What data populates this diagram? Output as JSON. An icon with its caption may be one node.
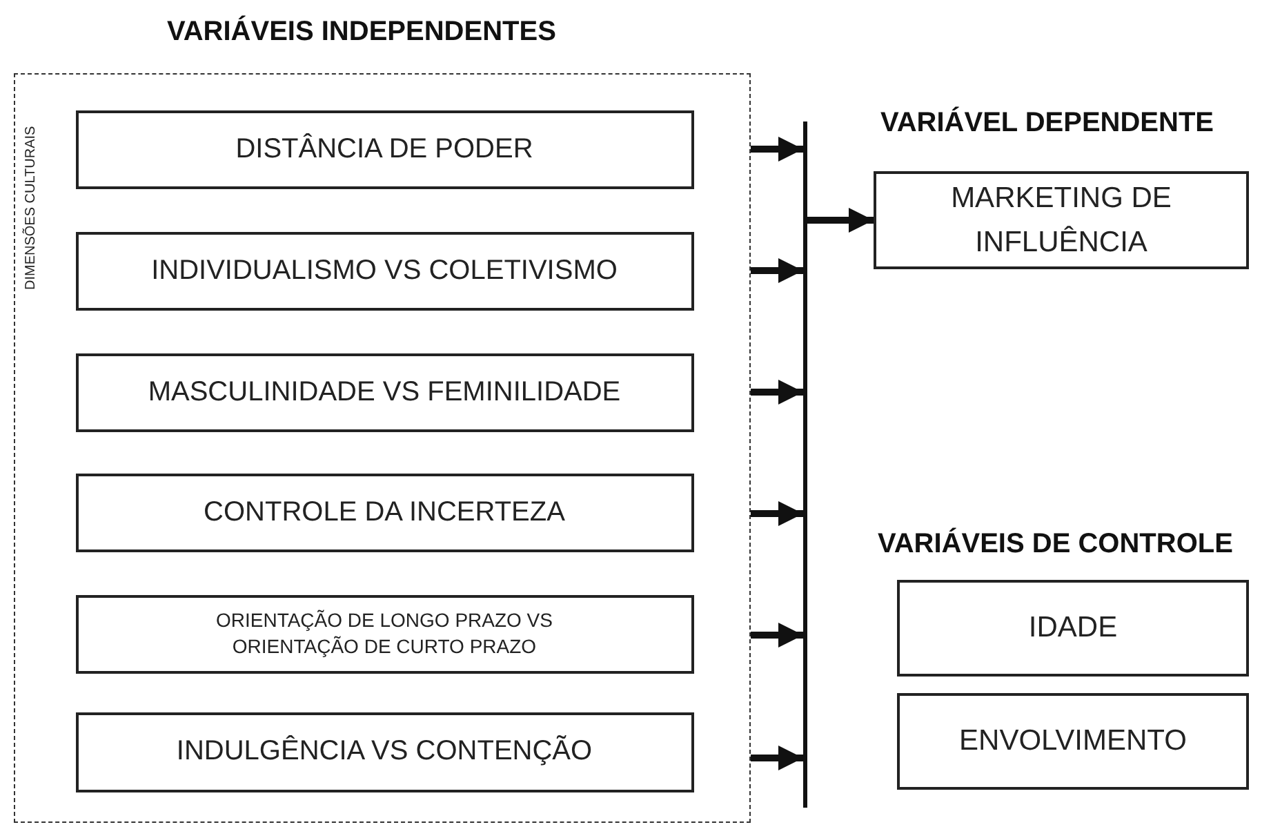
{
  "diagram": {
    "nodes": [
      {
        "text": [
          "VARIÁVEIS INDEPENDENTES",
          "DIMENSÕES CULTURAIS"
        ]
      },
      {
        "text": [
          "DISTÂNCIA DE PODER"
        ],
        "in": 0
      },
      {
        "text": [
          "INDIVIDUALISMO VS COLETIVISMO"
        ],
        "in": 0
      },
      {
        "text": [
          "MASCULINIDADE VS FEMINILIDADE"
        ],
        "in": 0
      },
      {
        "text": [
          "CONTROLE DA INCERTEZA"
        ],
        "in": 0
      },
      {
        "text": [
          "ORIENTAÇÃO DE LONGO PRAZO VS ORIENTAÇÃO DE CURTO PRAZO"
        ],
        "in": 0
      },
      {
        "text": [
          "INDULGÊNCIA VS CONTENÇÃO"
        ],
        "in": 0
      },
      {
        "text": [],
        "shape": "bar"
      },
      {
        "text": [
          "VARIÁVEL DEPENDENTE",
          "MARKETING DE INFLUÊNCIA"
        ]
      },
      {
        "text": [
          "IDADE"
        ]
      },
      {
        "text": [
          "ENVOLVIMENTO"
        ]
      }
    ],
    "edges": [
      {
        "from": 0,
        "to": 7,
        "arrow": "to"
      },
      {
        "from": 0,
        "to": 7,
        "arrow": "to"
      },
      {
        "from": 0,
        "to": 7,
        "arrow": "to"
      },
      {
        "from": 0,
        "to": 7,
        "arrow": "to"
      },
      {
        "from": 0,
        "to": 7,
        "arrow": "to"
      },
      {
        "from": 0,
        "to": 7,
        "arrow": "to"
      },
      {
        "from": 7,
        "to": 8,
        "arrow": "to"
      }
    ],
    "labels": [
      "VARIÁVEIS DE CONTROLE"
    ]
  }
}
